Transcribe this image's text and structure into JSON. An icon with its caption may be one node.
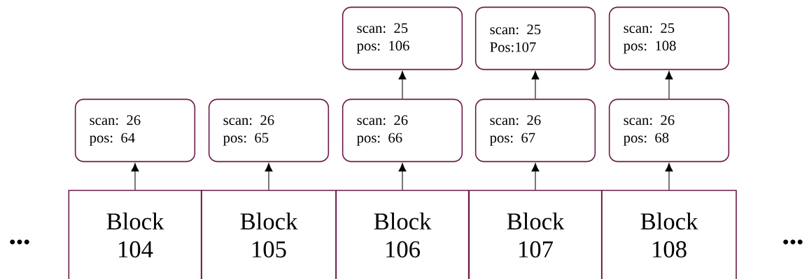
{
  "diagram": {
    "nodes": [
      {
        "text": [
          "Block 104"
        ]
      },
      {
        "text": [
          "Block 105"
        ]
      },
      {
        "text": [
          "Block 106"
        ]
      },
      {
        "text": [
          "Block 107"
        ]
      },
      {
        "text": [
          "Block 108"
        ]
      },
      {
        "text": [
          "scan: 26 pos: 64"
        ]
      },
      {
        "text": [
          "scan: 26 pos: 65"
        ]
      },
      {
        "text": [
          "scan: 26 pos: 66"
        ]
      },
      {
        "text": [
          "scan: 26 pos: 67"
        ]
      },
      {
        "text": [
          "scan: 26 pos: 68"
        ]
      },
      {
        "text": [
          "scan: 25 pos: 106"
        ]
      },
      {
        "text": [
          "scan: 25 Pos:107"
        ]
      },
      {
        "text": [
          "scan: 25 pos: 108"
        ]
      }
    ],
    "edges": [
      {
        "from": 0,
        "to": 5,
        "arrow": "to"
      },
      {
        "from": 1,
        "to": 6,
        "arrow": "to"
      },
      {
        "from": 2,
        "to": 7,
        "arrow": "to"
      },
      {
        "from": 3,
        "to": 8,
        "arrow": "to"
      },
      {
        "from": 4,
        "to": 9,
        "arrow": "to"
      },
      {
        "from": 7,
        "to": 10,
        "arrow": "to"
      },
      {
        "from": 8,
        "to": 11,
        "arrow": "to"
      },
      {
        "from": 9,
        "to": 12,
        "arrow": "to"
      }
    ],
    "labels": [
      "•••",
      "•••"
    ]
  }
}
